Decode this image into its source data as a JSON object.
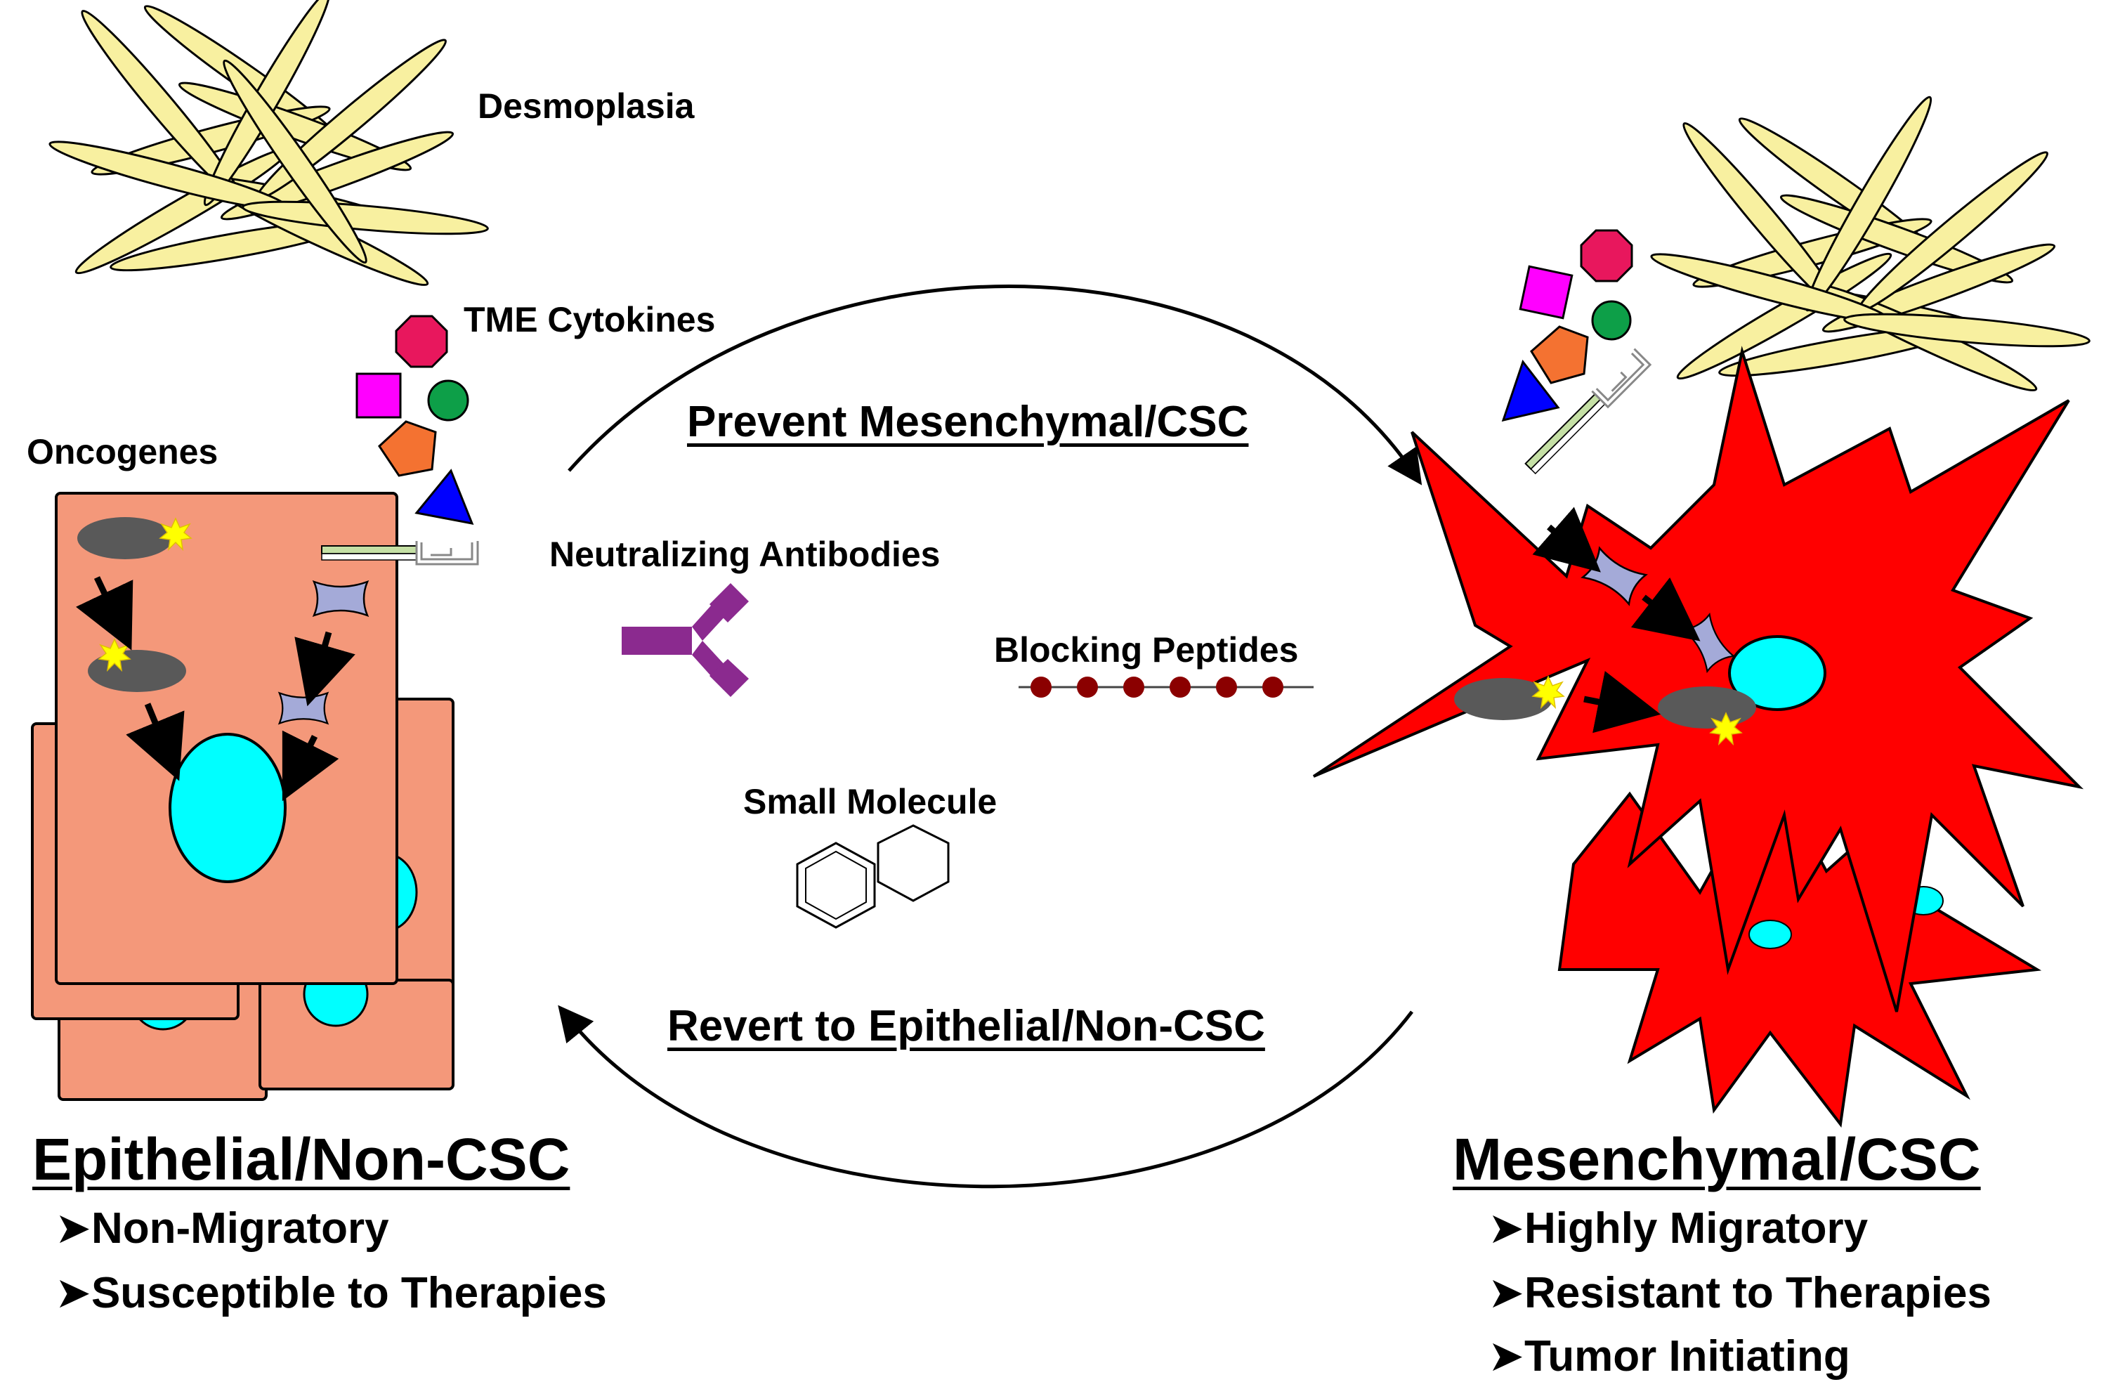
{
  "labels": {
    "desmoplasia": "Desmoplasia",
    "tme_cytokines": "TME Cytokines",
    "oncogenes": "Oncogenes",
    "neutralizing_antibodies": "Neutralizing Antibodies",
    "blocking_peptides": "Blocking Peptides",
    "small_molecule": "Small Molecule"
  },
  "arrows": {
    "top": "Prevent Mesenchymal/CSC",
    "bottom": "Revert to Epithelial/Non-CSC"
  },
  "states": {
    "left": {
      "title": "Epithelial/Non-CSC",
      "bullet_glyph": "➤",
      "bullets": [
        "Non-Migratory",
        "Susceptible to Therapies"
      ]
    },
    "right": {
      "title": "Mesenchymal/CSC",
      "bullet_glyph": "➤",
      "bullets": [
        "Highly Migratory",
        "Resistant to Therapies",
        "Tumor Initiating"
      ]
    }
  },
  "colors": {
    "fibroblast": "#f8f0a0",
    "epithelial_cell": "#f4987a",
    "mesenchymal_cell": "#ff0000",
    "nucleus": "#00ffff",
    "oncogene": "#595959",
    "mutation_star": "#ffff00",
    "kinase": "#a4aad8",
    "octagon": "#e8175d",
    "square": "#ff00ff",
    "circle": "#0d9f48",
    "pentagon": "#f47231",
    "triangle": "#0000ff",
    "antibody": "#8b2a8f",
    "peptide": "#8b0000"
  },
  "icons": [
    "octagon-cytokine-icon",
    "square-cytokine-icon",
    "circle-cytokine-icon",
    "pentagon-cytokine-icon",
    "triangle-cytokine-icon",
    "antibody-icon",
    "peptide-chain-icon",
    "benzene-rings-icon",
    "receptor-icon",
    "kinase-icon",
    "mutation-star-icon"
  ]
}
